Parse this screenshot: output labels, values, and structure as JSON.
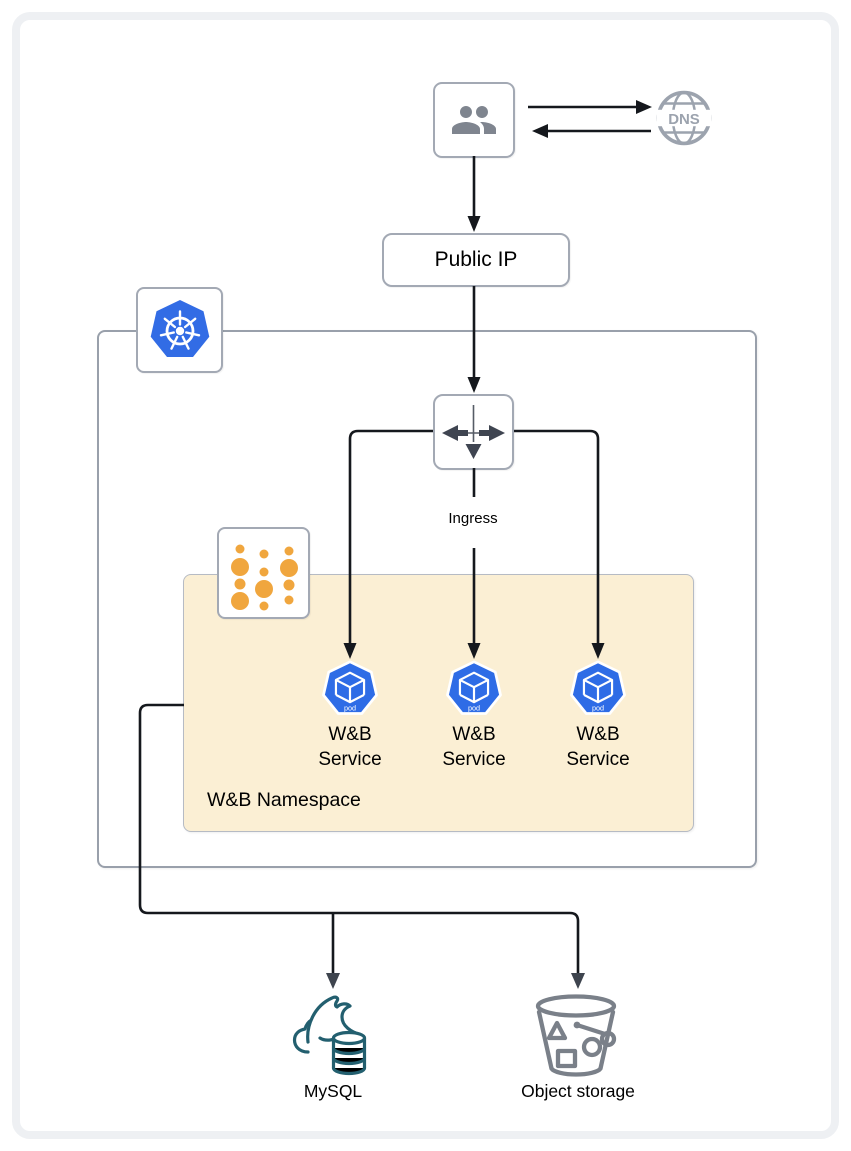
{
  "colors": {
    "k8s-blue": "#326ce5",
    "pod-blue": "#2e6ce6",
    "namespace-fill": "#fbefd4",
    "dot-orange": "#f0a63e",
    "mysql-teal": "#235f6f",
    "icon-gray": "#7f858f",
    "line-dark": "#15181d"
  },
  "icons": {
    "users": "two-people",
    "dns": "globe-grid",
    "kubernetes": "helm-wheel-heptagon",
    "ingress": "directional-arrows-cross",
    "namespace": "orange-dots-grid",
    "pod": "cube-in-heptagon",
    "mysql": "dolphin-cloud-database",
    "object_storage": "bucket-with-shapes"
  },
  "nodes": {
    "dns": {
      "label": "DNS"
    },
    "public_ip": {
      "label": "Public IP"
    },
    "ingress": {
      "label": "Ingress"
    },
    "namespace": {
      "label": "W&B Namespace"
    },
    "pods": [
      {
        "badge": "pod",
        "label": "W&B Service"
      },
      {
        "badge": "pod",
        "label": "W&B Service"
      },
      {
        "badge": "pod",
        "label": "W&B Service"
      }
    ],
    "mysql": {
      "label": "MySQL"
    },
    "object_storage": {
      "label": "Object storage"
    }
  }
}
